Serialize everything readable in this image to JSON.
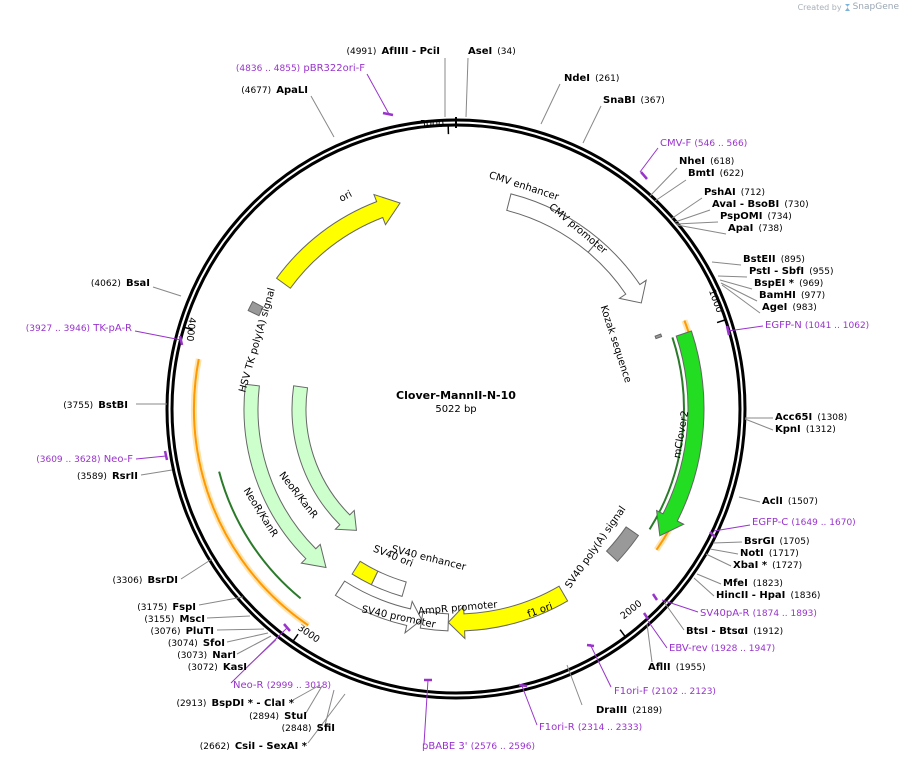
{
  "credit": {
    "prefix": "Created by",
    "brand": "SnapGene"
  },
  "plasmid": {
    "name": "Clover-MannII-N-10",
    "size_label": "5022 bp",
    "length": 5022
  },
  "ticks": [
    "1000",
    "2000",
    "3000",
    "4000",
    "5000"
  ],
  "sites": [
    {
      "name": "AfIIII  -  PciI",
      "pos": "(4991)"
    },
    {
      "name": "AseI",
      "pos": "(34)"
    },
    {
      "name": "NdeI",
      "pos": "(261)"
    },
    {
      "name": "SnaBI",
      "pos": "(367)"
    },
    {
      "name": "NheI",
      "pos": "(618)"
    },
    {
      "name": "BmtI",
      "pos": "(622)"
    },
    {
      "name": "PshAI",
      "pos": "(712)"
    },
    {
      "name": "AvaI  -  BsoBI",
      "pos": "(730)"
    },
    {
      "name": "PspOMI",
      "pos": "(734)"
    },
    {
      "name": "ApaI",
      "pos": "(738)"
    },
    {
      "name": "BstEII",
      "pos": "(895)"
    },
    {
      "name": "PstI  -  SbfI",
      "pos": "(955)"
    },
    {
      "name": "BspEI *",
      "pos": "(969)"
    },
    {
      "name": "BamHI",
      "pos": "(977)"
    },
    {
      "name": "AgeI",
      "pos": "(983)"
    },
    {
      "name": "Acc65I",
      "pos": "(1308)"
    },
    {
      "name": "KpnI",
      "pos": "(1312)"
    },
    {
      "name": "AclI",
      "pos": "(1507)"
    },
    {
      "name": "BsrGI",
      "pos": "(1705)"
    },
    {
      "name": "NotI",
      "pos": "(1717)"
    },
    {
      "name": "XbaI *",
      "pos": "(1727)"
    },
    {
      "name": "MfeI",
      "pos": "(1823)"
    },
    {
      "name": "HincII  -  HpaI",
      "pos": "(1836)"
    },
    {
      "name": "BtsI  -  BtsαI",
      "pos": "(1912)"
    },
    {
      "name": "AflII",
      "pos": "(1955)"
    },
    {
      "name": "DraIII",
      "pos": "(2189)"
    },
    {
      "name": "CsiI  -  SexAI *",
      "pos": "(2662)"
    },
    {
      "name": "SfiI",
      "pos": "(2848)"
    },
    {
      "name": "StuI",
      "pos": "(2894)"
    },
    {
      "name": "BspDI *  -  ClaI *",
      "pos": "(2913)"
    },
    {
      "name": "KasI",
      "pos": "(3072)"
    },
    {
      "name": "NarI",
      "pos": "(3073)"
    },
    {
      "name": "SfoI",
      "pos": "(3074)"
    },
    {
      "name": "PluTI",
      "pos": "(3076)"
    },
    {
      "name": "MscI",
      "pos": "(3155)"
    },
    {
      "name": "FspI",
      "pos": "(3175)"
    },
    {
      "name": "BsrDI",
      "pos": "(3306)"
    },
    {
      "name": "RsrII",
      "pos": "(3589)"
    },
    {
      "name": "BstBI",
      "pos": "(3755)"
    },
    {
      "name": "BsaI",
      "pos": "(4062)"
    },
    {
      "name": "ApaLI",
      "pos": "(4677)"
    }
  ],
  "primers": [
    {
      "name": "pBR322ori-F",
      "range": "(4836 .. 4855)"
    },
    {
      "name": "CMV-F",
      "range": "(546 .. 566)"
    },
    {
      "name": "EGFP-N",
      "range": "(1041 .. 1062)"
    },
    {
      "name": "EGFP-C",
      "range": "(1649 .. 1670)"
    },
    {
      "name": "SV40pA-R",
      "range": "(1874 .. 1893)"
    },
    {
      "name": "EBV-rev",
      "range": "(1928 .. 1947)"
    },
    {
      "name": "F1ori-F",
      "range": "(2102 .. 2123)"
    },
    {
      "name": "F1ori-R",
      "range": "(2314 .. 2333)"
    },
    {
      "name": "pBABE 3'",
      "range": "(2576 .. 2596)"
    },
    {
      "name": "Neo-R",
      "range": "(2999 .. 3018)"
    },
    {
      "name": "Neo-F",
      "range": "(3609 .. 3628)"
    },
    {
      "name": "TK-pA-R",
      "range": "(3927 .. 3946)"
    }
  ],
  "features": [
    {
      "name": "ori",
      "color": "#ffff00"
    },
    {
      "name": "CMV enhancer",
      "color": "#ffffff"
    },
    {
      "name": "CMV promoter",
      "color": "#ffffff"
    },
    {
      "name": "Kozak sequence",
      "color": "#999999"
    },
    {
      "name": "mClover2",
      "color": "#22dd22"
    },
    {
      "name": "SV40 poly(A) signal",
      "color": "#999999"
    },
    {
      "name": "f1 ori",
      "color": "#ffff00"
    },
    {
      "name": "AmpR promoter",
      "color": "#ffffff"
    },
    {
      "name": "SV40 promoter",
      "color": "#ffffff"
    },
    {
      "name": "SV40 enhancer",
      "color": "#ffffff"
    },
    {
      "name": "SV40 ori",
      "color": "#ffff00"
    },
    {
      "name": "NeoR/KanR",
      "color": "#ccffcc"
    },
    {
      "name": "NeoR/KanR",
      "color": "#ccffcc"
    },
    {
      "name": "HSV TK poly(A) signal",
      "color": "#999999"
    }
  ],
  "colors": {
    "primer": "#9933cc",
    "orf": "#ff9900",
    "backbone": "#000000"
  }
}
